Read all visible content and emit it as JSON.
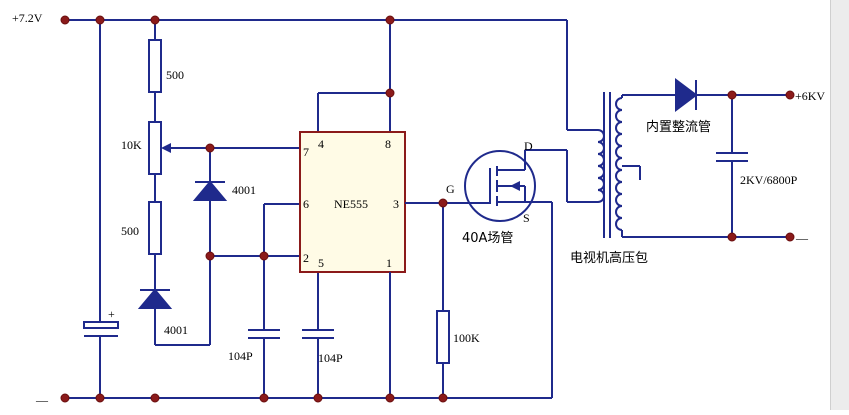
{
  "labels": {
    "vcc": "+7.2V",
    "gnd_left": "—",
    "r_top": "500",
    "pot": "10K",
    "r_mid": "500",
    "d1": "4001",
    "d2": "4001",
    "cap_plus": "+",
    "c1": "104P",
    "c2": "104P",
    "ic_name": "NE555",
    "pin7": "7",
    "pin4": "4",
    "pin8": "8",
    "pin6": "6",
    "pin3": "3",
    "pin2": "2",
    "pin5": "5",
    "pin1": "1",
    "gate": "G",
    "drain": "D",
    "source": "S",
    "mosfet": "40A场管",
    "r_gate": "100K",
    "transformer": "电视机高压包",
    "rectifier": "内置整流管",
    "hv_cap": "2KV/6800P",
    "out_hv": "+6KV",
    "out_gnd": "—"
  },
  "colors": {
    "wire": "#1f2a8c",
    "node": "#8b1a1a",
    "ic_outline": "#8b1a1a",
    "background": "#ffffff"
  }
}
